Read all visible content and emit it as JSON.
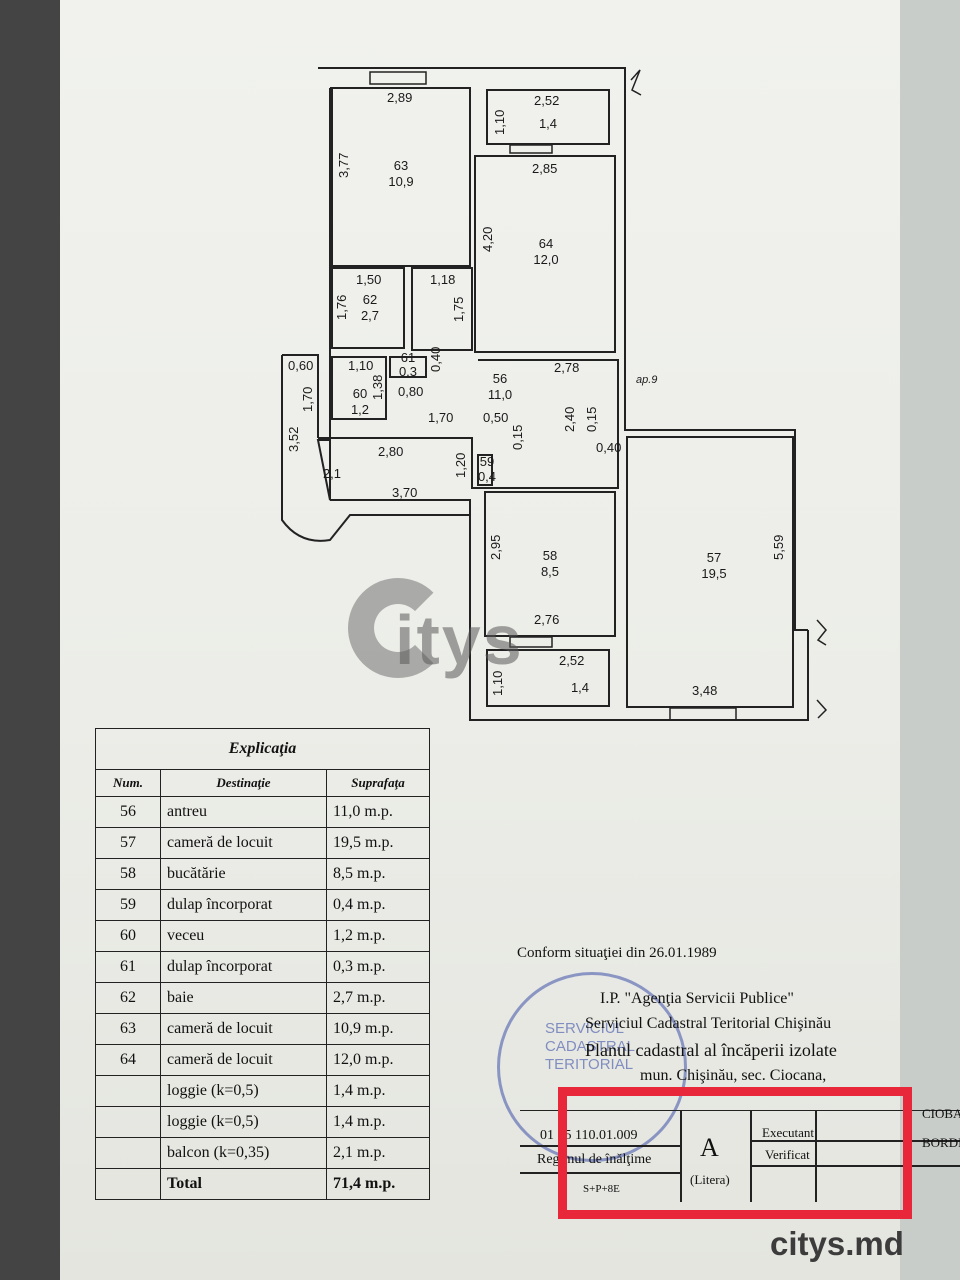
{
  "plan": {
    "rooms": [
      {
        "num": "63",
        "area": "10,9"
      },
      {
        "num": "64",
        "area": "12,0"
      },
      {
        "num": "62",
        "area": "2,7"
      },
      {
        "num": "56",
        "area": "11,0"
      },
      {
        "num": "60",
        "area": "1,2"
      },
      {
        "num": "61",
        "area": "0,3"
      },
      {
        "num": "59",
        "area": "0,4"
      },
      {
        "num": "58",
        "area": "8,5"
      },
      {
        "num": "57",
        "area": "19,5"
      },
      {
        "num": "",
        "area": "1,4"
      },
      {
        "num": "",
        "area": "1,4"
      },
      {
        "num": "",
        "area": "2,1"
      }
    ],
    "dimensions": [
      "2,89",
      "2,52",
      "1,10",
      "3,77",
      "2,85",
      "4,20",
      "1,50",
      "1,18",
      "1,76",
      "1,75",
      "0,60",
      "1,10",
      "0,40",
      "0,80",
      "2,78",
      "1,38",
      "1,70",
      "1,70",
      "0,50",
      "2,40",
      "0,15",
      "0,15",
      "0,40",
      "3,52",
      "2,80",
      "1,20",
      "3,70",
      "2,95",
      "5,59",
      "2,76",
      "2,52",
      "1,10",
      "3,48"
    ],
    "apartment_label": "ap.9"
  },
  "legend": {
    "title": "Explicaţia",
    "headers": [
      "Num.",
      "Destinaţie",
      "Suprafaţa"
    ],
    "rows": [
      {
        "num": "56",
        "dest": "antreu",
        "area": "11,0 m.p."
      },
      {
        "num": "57",
        "dest": "cameră de locuit",
        "area": "19,5 m.p."
      },
      {
        "num": "58",
        "dest": "bucătărie",
        "area": "8,5 m.p."
      },
      {
        "num": "59",
        "dest": "dulap încorporat",
        "area": "0,4 m.p."
      },
      {
        "num": "60",
        "dest": "veceu",
        "area": "1,2 m.p."
      },
      {
        "num": "61",
        "dest": "dulap încorporat",
        "area": "0,3 m.p."
      },
      {
        "num": "62",
        "dest": "baie",
        "area": "2,7 m.p."
      },
      {
        "num": "63",
        "dest": "cameră de locuit",
        "area": "10,9 m.p."
      },
      {
        "num": "64",
        "dest": "cameră de locuit",
        "area": "12,0 m.p."
      },
      {
        "num": "",
        "dest": "loggie (k=0,5)",
        "area": "1,4 m.p."
      },
      {
        "num": "",
        "dest": "loggie (k=0,5)",
        "area": "1,4 m.p."
      },
      {
        "num": "",
        "dest": "balcon (k=0,35)",
        "area": "2,1 m.p."
      }
    ],
    "total_label": "Total",
    "total_value": "71,4 m.p."
  },
  "titleblock": {
    "note": "Conform situaţiei din 26.01.1989",
    "org": "I.P. \"Agenţia Servicii Publice\"",
    "service": "Serviciul Cadastral Teritorial Chişinău",
    "plan_title": "Planul cadastral al încăperii izolate",
    "address": "mun. Chişinău, sec. Ciocana,",
    "cadastral": "01 15 110.01.009",
    "regime": "Regimul de înălţime",
    "storeys": "S+P+8E",
    "letter": "A",
    "letter_label": "(Litera)",
    "executant": "Executant",
    "verificat": "Verificat",
    "name1": "CIOBAN",
    "name2": "BORDE",
    "stamp_text": [
      "SERVICIUL",
      "CADASTRAL",
      "TERITORIAL"
    ]
  },
  "watermark": {
    "brand": "itys",
    "site": "citys.md"
  }
}
